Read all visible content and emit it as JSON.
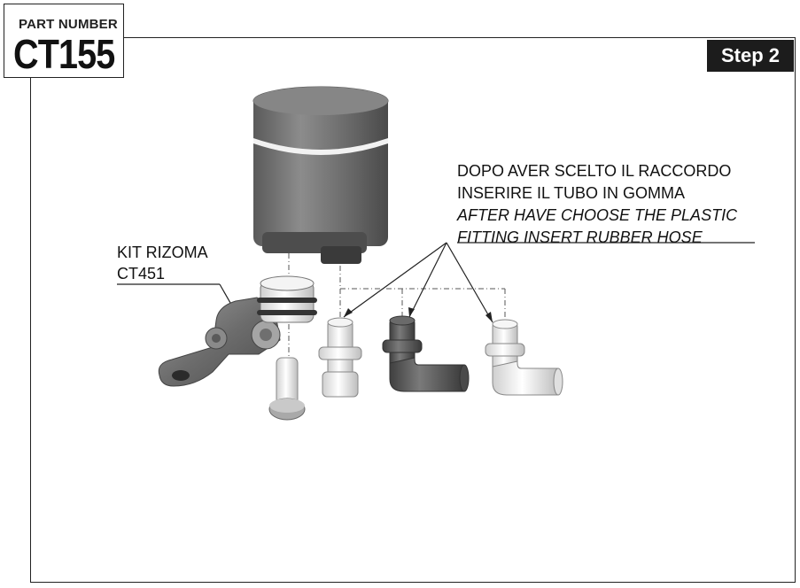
{
  "header": {
    "part_label": "PART NUMBER",
    "part_number": "CT155",
    "step": "Step 2"
  },
  "instruction": {
    "line1": "DOPO AVER SCELTO IL RACCORDO",
    "line2": "INSERIRE IL TUBO IN GOMMA",
    "line3": "AFTER HAVE CHOOSE THE PLASTIC",
    "line4": "FITTING INSERT RUBBER HOSE"
  },
  "kit": {
    "line1": "KIT RIZOMA",
    "line2": "CT451"
  },
  "colors": {
    "frame": "#222222",
    "badge_bg": "#1c1c1c",
    "reservoir": "#6f6f6f",
    "fitting_dark": "#555555",
    "fitting_light": "#e8e8e8"
  }
}
